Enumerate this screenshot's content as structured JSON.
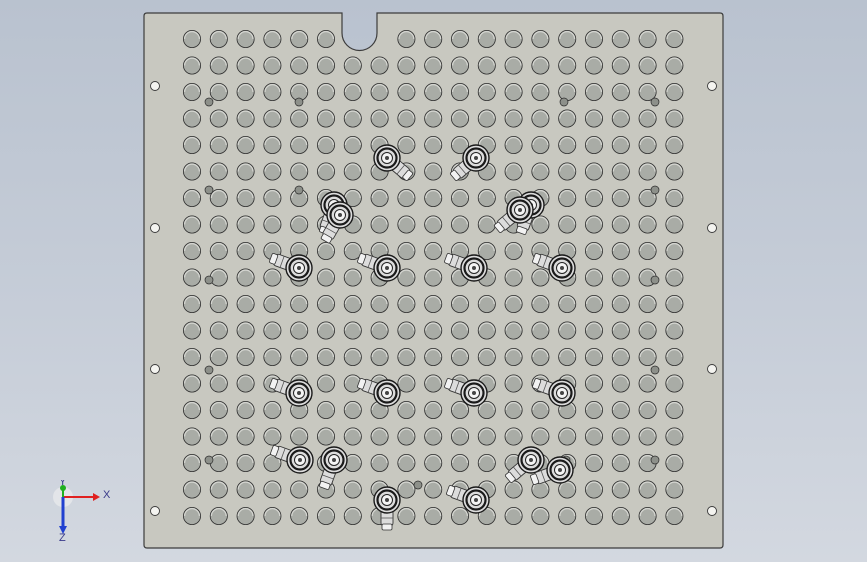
{
  "viewport": {
    "background_top": "#b9c2cf",
    "background_bottom": "#d3d8e0"
  },
  "plate": {
    "face_color": "#c8c8c0",
    "edge_color": "#3c3c3c",
    "hole_color": "#a9aca6",
    "hole_rows": 19,
    "hole_cols": 19
  },
  "fittings": {
    "count": 20,
    "body_color": "#dcdcdc",
    "ring_color": "#1a1a1a"
  },
  "triad": {
    "x_label": "X",
    "y_label": "Y",
    "z_label": "Z",
    "x_color": "#e02020",
    "y_color": "#20b020",
    "z_color": "#2040d0"
  }
}
